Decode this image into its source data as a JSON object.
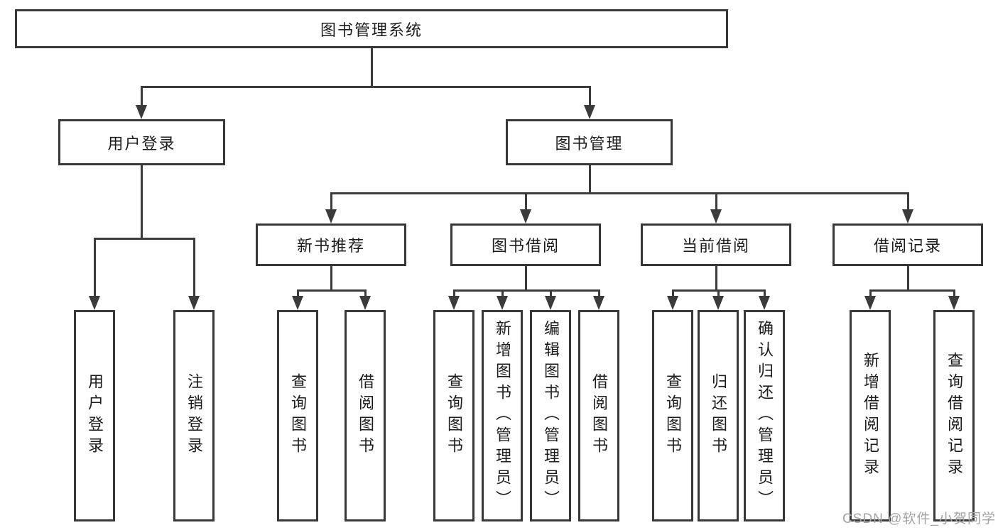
{
  "diagram": {
    "type": "hierarchy",
    "root": {
      "label": "图书管理系统",
      "children": [
        {
          "label": "用户登录",
          "children": [
            {
              "label": "用户登录"
            },
            {
              "label": "注销登录"
            }
          ]
        },
        {
          "label": "图书管理",
          "children": [
            {
              "label": "新书推荐",
              "children": [
                {
                  "label": "查询图书"
                },
                {
                  "label": "借阅图书"
                }
              ]
            },
            {
              "label": "图书借阅",
              "children": [
                {
                  "label": "查询图书"
                },
                {
                  "label": "新增图书（管理员）"
                },
                {
                  "label": "编辑图书（管理员）"
                },
                {
                  "label": "借阅图书"
                }
              ]
            },
            {
              "label": "当前借阅",
              "children": [
                {
                  "label": "查询图书"
                },
                {
                  "label": "归还图书"
                },
                {
                  "label": "确认归还（管理员）"
                }
              ]
            },
            {
              "label": "借阅记录",
              "children": [
                {
                  "label": "新增借阅记录"
                },
                {
                  "label": "查询借阅记录"
                }
              ]
            }
          ]
        }
      ]
    },
    "colors": {
      "line": "#3b3b3b",
      "border": "#383838",
      "text": "#1c1c1c",
      "watermark": "#a3a3a3",
      "background": "#ffffff"
    }
  },
  "watermark": {
    "text": "CSDN @软件_小贺同学"
  }
}
